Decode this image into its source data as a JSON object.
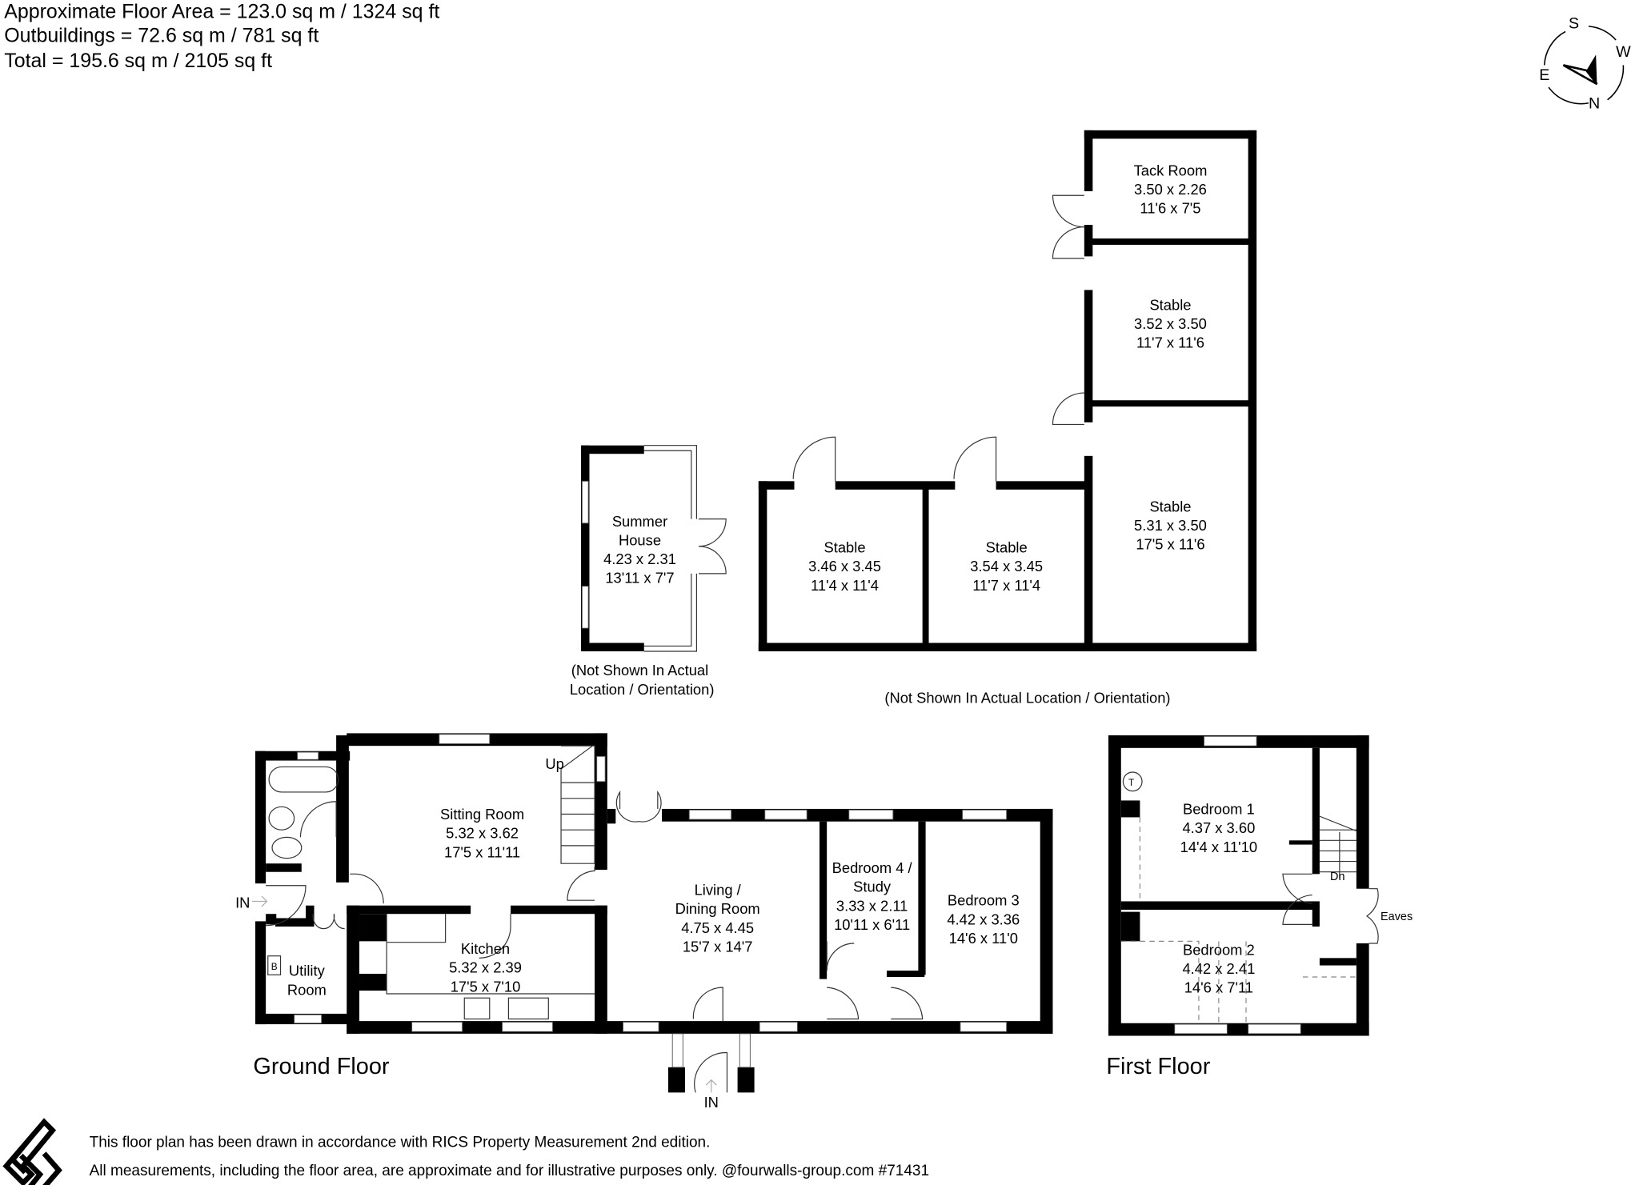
{
  "summary": {
    "floor_area": "Approximate Floor Area = 123.0 sq m / 1324 sq ft",
    "outbuildings": "Outbuildings = 72.6 sq m / 781 sq ft",
    "total": "Total = 195.6 sq m / 2105 sq ft"
  },
  "compass": {
    "labels": {
      "s": "S",
      "w": "W",
      "e": "E",
      "n": "N"
    },
    "icon": "compass-icon"
  },
  "outbuildings": {
    "tack_room": {
      "name": "Tack Room",
      "metric": "3.50 x 2.26",
      "imperial": "11'6 x 7'5"
    },
    "stable_a": {
      "name": "Stable",
      "metric": "3.52 x 3.50",
      "imperial": "11'7 x 11'6"
    },
    "stable_b": {
      "name": "Stable",
      "metric": "5.31 x 3.50",
      "imperial": "17'5 x 11'6"
    },
    "stable_c": {
      "name": "Stable",
      "metric": "3.46 x 3.45",
      "imperial": "11'4 x 11'4"
    },
    "stable_d": {
      "name": "Stable",
      "metric": "3.54 x 3.45",
      "imperial": "11'7 x 11'4"
    },
    "summer_house": {
      "name1": "Summer",
      "name2": "House",
      "metric": "4.23 x 2.31",
      "imperial": "13'11 x 7'7"
    },
    "note_summer_1": "(Not Shown In Actual",
    "note_summer_2": "Location / Orientation)",
    "note_stables": "(Not Shown In Actual Location / Orientation)"
  },
  "ground_floor": {
    "label": "Ground Floor",
    "sitting": {
      "name": "Sitting Room",
      "metric": "5.32 x 3.62",
      "imperial": "17'5 x 11'11"
    },
    "kitchen": {
      "name": "Kitchen",
      "metric": "5.32 x 2.39",
      "imperial": "17'5 x 7'10"
    },
    "living": {
      "name1": "Living /",
      "name2": "Dining Room",
      "metric": "4.75 x 4.45",
      "imperial": "15'7 x 14'7"
    },
    "bed4": {
      "name1": "Bedroom 4 /",
      "name2": "Study",
      "metric": "3.33 x 2.11",
      "imperial": "10'11 x 6'11"
    },
    "bed3": {
      "name": "Bedroom 3",
      "metric": "4.42 x 3.36",
      "imperial": "14'6 x 11'0"
    },
    "utility": {
      "name1": "Utility",
      "name2": "Room",
      "boiler": "B"
    },
    "up": "Up",
    "in_side": "IN",
    "in_front": "IN"
  },
  "first_floor": {
    "label": "First Floor",
    "bed1": {
      "name": "Bedroom 1",
      "metric": "4.37 x 3.60",
      "imperial": "14'4 x 11'10"
    },
    "bed2": {
      "name": "Bedroom 2",
      "metric": "4.42 x 2.41",
      "imperial": "14'6 x 7'11"
    },
    "tank": "T",
    "dn": "Dn",
    "eaves": "Eaves"
  },
  "footer": {
    "line1": "This floor plan has been drawn in accordance with RICS Property Measurement 2nd edition.",
    "line2": "All measurements, including the floor area, are approximate and for illustrative purposes only. @fourwalls-group.com #71431",
    "logo": "fourwalls logo"
  }
}
